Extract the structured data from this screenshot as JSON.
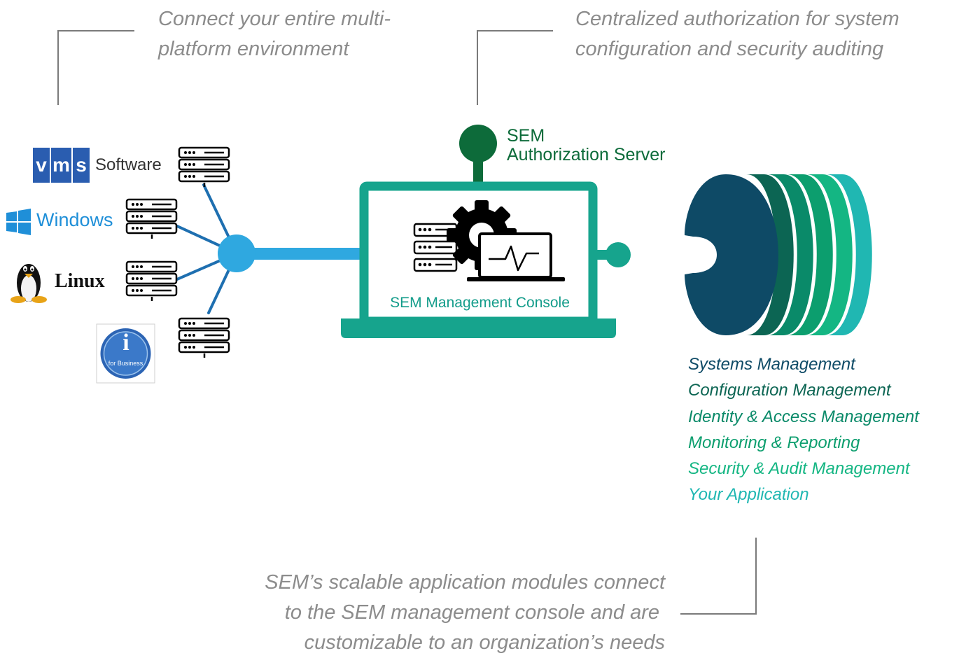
{
  "callouts": {
    "top_left": [
      "Connect your entire multi-",
      "platform environment"
    ],
    "top_right": [
      "Centralized authorization for system",
      "configuration and security auditing"
    ],
    "bottom": [
      "SEM’s scalable application modules connect",
      "to the SEM management console and are",
      "customizable to an organization’s needs"
    ]
  },
  "platforms": {
    "vms": {
      "logo_letters": [
        "v",
        "m",
        "s"
      ],
      "label": "Software"
    },
    "windows": {
      "label": "Windows"
    },
    "linux": {
      "label": "Linux"
    },
    "ibmi": {
      "logo_letter": "i",
      "label": "for Business"
    }
  },
  "auth_server": {
    "line1": "SEM",
    "line2": "Authorization Server"
  },
  "console": {
    "label": "SEM Management Console"
  },
  "modules": [
    {
      "label": "Systems Management",
      "color": "#0e4a66"
    },
    {
      "label": "Configuration Management",
      "color": "#0c6553"
    },
    {
      "label": "Identity & Access Management",
      "color": "#0a8a69"
    },
    {
      "label": "Monitoring & Reporting",
      "color": "#0c9e6e"
    },
    {
      "label": "Security & Audit Management",
      "color": "#14b683"
    },
    {
      "label": "Your Application",
      "color": "#20b7b2"
    }
  ],
  "colors": {
    "callout_text": "#8c8c8c",
    "callout_line": "#7a7a7a",
    "hub": "#2fa8e0",
    "spoke": "#1e6fb0",
    "console": "#16a48d",
    "auth_server": "#0d6b3a",
    "vms_blue": "#2a5db0",
    "windows_blue": "#1f8fd8"
  }
}
